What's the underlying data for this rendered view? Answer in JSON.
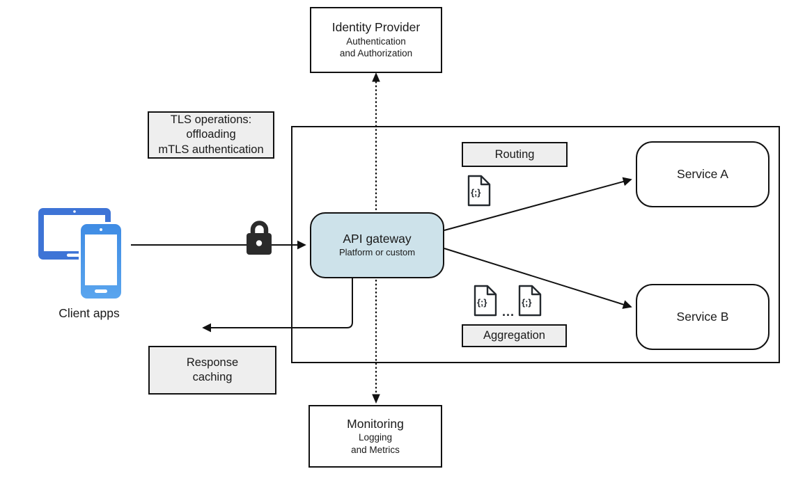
{
  "diagram": {
    "identity_provider": {
      "title": "Identity Provider",
      "subtitle_line1": "Authentication",
      "subtitle_line2": "and Authorization"
    },
    "tls_operations": {
      "line1": "TLS operations:",
      "line2": "offloading",
      "line3": "mTLS authentication"
    },
    "client_apps": {
      "label": "Client apps"
    },
    "api_gateway": {
      "title": "API gateway",
      "subtitle": "Platform or custom"
    },
    "routing": {
      "label": "Routing"
    },
    "aggregation": {
      "label": "Aggregation",
      "ellipsis": "..."
    },
    "service_a": {
      "label": "Service A"
    },
    "service_b": {
      "label": "Service B"
    },
    "response_caching": {
      "line1": "Response",
      "line2": "caching"
    },
    "monitoring": {
      "title": "Monitoring",
      "subtitle_line1": "Logging",
      "subtitle_line2": "and Metrics"
    },
    "json_doc_glyph": "{;}",
    "colors": {
      "line": "#111111",
      "gateway_fill": "#cde2ea",
      "label_fill": "#eeeeee",
      "client_tablet": "#3e74d6",
      "client_phone_top": "#3f8ce4",
      "client_phone_bottom": "#5aa5ee",
      "lock": "#2b2b2b",
      "doc_stroke": "#24292e"
    }
  }
}
